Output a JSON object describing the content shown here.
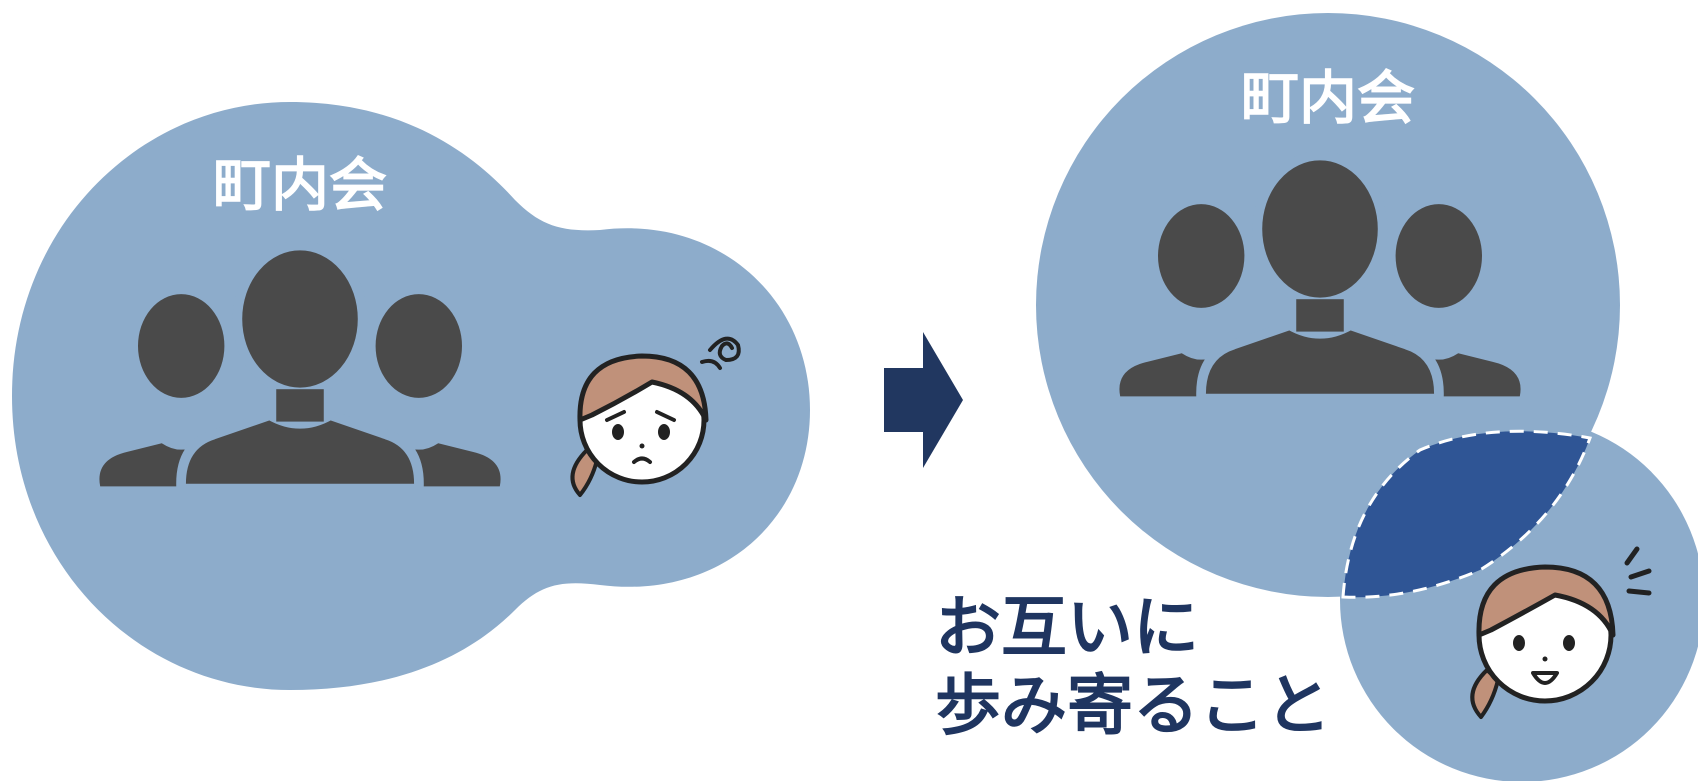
{
  "left_group": {
    "title": "町内会",
    "person_expression": "troubled"
  },
  "right_group": {
    "title": "町内会",
    "person_expression": "happy"
  },
  "caption": {
    "line1": "お互いに",
    "line2": "歩み寄ること"
  },
  "colors": {
    "blob": "#8daccb",
    "overlap": "#2f5595",
    "arrow": "#213760",
    "silhouette": "#4a4a4a",
    "caption_text": "#1f3560",
    "hair": "#c0917a",
    "outline": "#222222"
  },
  "icons": {
    "group": "people-group-icon",
    "arrow": "right-arrow-icon",
    "troubled_person": "worried-woman-icon",
    "happy_person": "smiling-woman-icon"
  }
}
